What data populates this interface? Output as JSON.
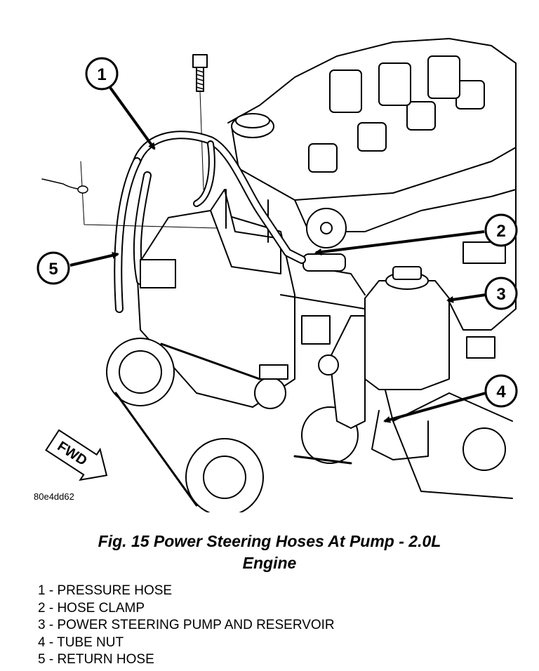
{
  "figure": {
    "image_id": "80e4dd62",
    "fwd_label": "FWD",
    "callouts": [
      "1",
      "2",
      "3",
      "4",
      "5"
    ]
  },
  "caption": {
    "line1": "Fig. 15 Power Steering Hoses At Pump - 2.0L",
    "line2": "Engine"
  },
  "legend": [
    "1 - PRESSURE HOSE",
    "2 - HOSE CLAMP",
    "3 - POWER STEERING PUMP AND RESERVOIR",
    "4 - TUBE NUT",
    "5 - RETURN HOSE"
  ]
}
